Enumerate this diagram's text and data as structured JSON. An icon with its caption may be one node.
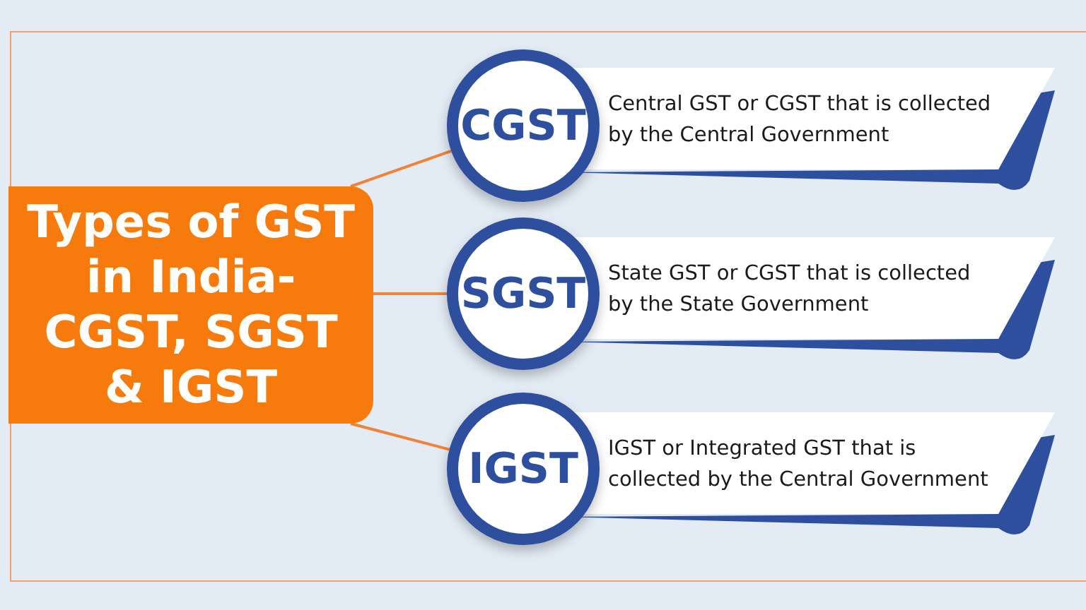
{
  "diagram": {
    "nodes": [
      {
        "text": [
          "Types of GST in India- CGST, SGST & IGST"
        ]
      },
      {
        "text": [
          "CGST"
        ]
      },
      {
        "text": [
          "Central GST or CGST that is collected by the Central Government"
        ]
      },
      {
        "text": [
          "SGST"
        ]
      },
      {
        "text": [
          "State GST or CGST that is collected by the State Government"
        ]
      },
      {
        "text": [
          "IGST"
        ]
      },
      {
        "text": [
          "IGST or Integrated GST that is collected by the Central Government"
        ]
      }
    ],
    "edges": [
      {
        "from": 0,
        "to": 1,
        "arrow": "none"
      },
      {
        "from": 0,
        "to": 3,
        "arrow": "none"
      },
      {
        "from": 0,
        "to": 5,
        "arrow": "none"
      }
    ]
  }
}
